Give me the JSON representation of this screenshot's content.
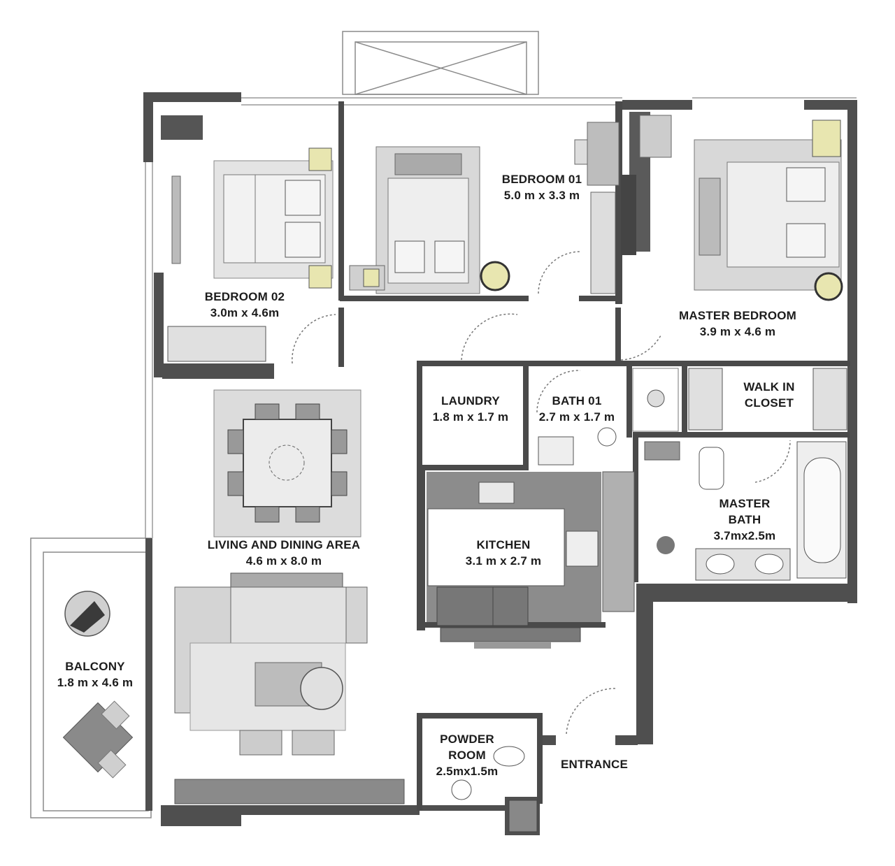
{
  "rooms": {
    "bedroom01": {
      "name": "BEDROOM 01",
      "dims": "5.0 m x 3.3 m"
    },
    "bedroom02": {
      "name": "BEDROOM 02",
      "dims": "3.0m x 4.6m"
    },
    "master_bedroom": {
      "name": "MASTER BEDROOM",
      "dims": "3.9 m x 4.6 m"
    },
    "laundry": {
      "name": "LAUNDRY",
      "dims": "1.8 m x 1.7 m"
    },
    "bath01": {
      "name": "BATH 01",
      "dims": "2.7 m x 1.7 m"
    },
    "walk_in_closet": {
      "name_line1": "WALK IN",
      "name_line2": "CLOSET"
    },
    "master_bath": {
      "name_line1": "MASTER",
      "name_line2": "BATH",
      "dims": "3.7mx2.5m"
    },
    "living_dining": {
      "name": "LIVING AND DINING AREA",
      "dims": "4.6 m x  8.0 m"
    },
    "kitchen": {
      "name": "KITCHEN",
      "dims": "3.1 m x 2.7 m"
    },
    "balcony": {
      "name": "BALCONY",
      "dims": "1.8 m x 4.6 m"
    },
    "powder_room": {
      "name_line1": "POWDER",
      "name_line2": "ROOM",
      "dims": "2.5mx1.5m"
    },
    "entrance": {
      "name": "ENTRANCE"
    }
  },
  "colors": {
    "wall": "#4a4a4a",
    "wall_fill": "#5a5a5a",
    "furniture": "#d9d9d9",
    "furniture_dark": "#9a9a9a",
    "rug": "#e4e4e4",
    "lamp": "#e8e6b0",
    "kitchen_floor": "#8c8c8c",
    "line": "#6b6b6b"
  }
}
